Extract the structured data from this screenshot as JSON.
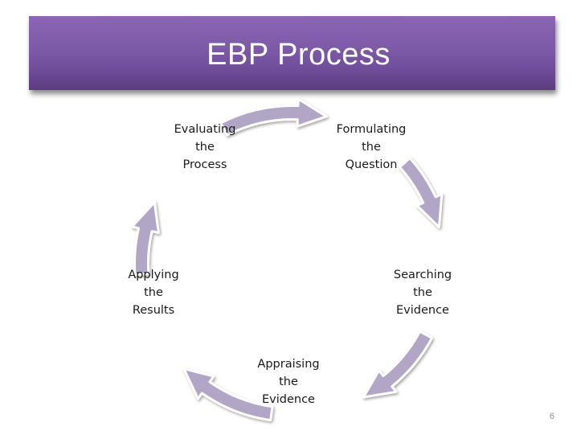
{
  "slide": {
    "title": "EBP Process",
    "page_number": "6"
  },
  "cycle": {
    "nodes": [
      {
        "id": "formulating",
        "label": "Formulating\nthe\nQuestion"
      },
      {
        "id": "searching",
        "label": "Searching\nthe\nEvidence"
      },
      {
        "id": "appraising",
        "label": "Appraising\nthe\nEvidence"
      },
      {
        "id": "applying",
        "label": "Applying\nthe\nResults"
      },
      {
        "id": "evaluating",
        "label": "Evaluating\nthe\nProcess"
      }
    ],
    "arrow_fill": "#b2a6c6",
    "arrow_stroke": "#ffffff"
  }
}
